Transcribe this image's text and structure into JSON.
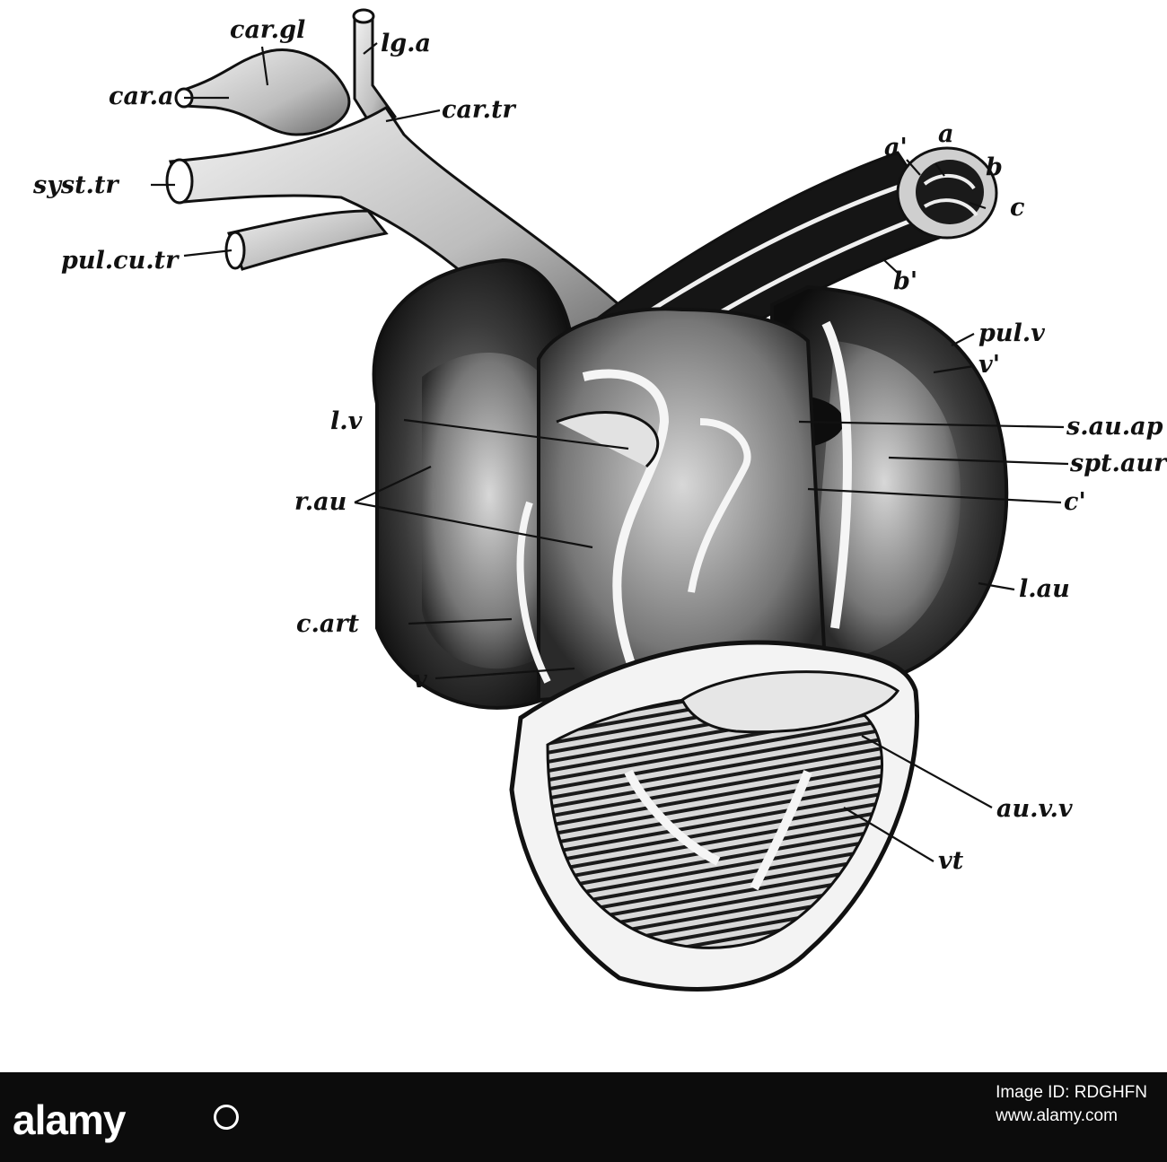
{
  "labels": {
    "car_gl": "car.gl",
    "lg_a": "lg.a",
    "car_a": "car.a",
    "car_tr": "car.tr",
    "syst_tr": "syst.tr",
    "pul_cu_tr": "pul.cu.tr",
    "a_prime": "a'",
    "a": "a",
    "b": "b",
    "c": "c",
    "b_prime": "b'",
    "pul_v": "pul.v",
    "v_prime": "v'",
    "s_au_ap": "s.au.ap",
    "spt_aur": "spt.aur",
    "c_prime": "c'",
    "l_au": "l.au",
    "l_v": "l.v",
    "r_au": "r.au",
    "c_art": "c.art",
    "v": "v",
    "au_v_v": "au.v.v",
    "vt": "vt"
  },
  "footer": {
    "logo": "alamy",
    "image_id": "Image ID: RDGHFN",
    "site": "www.alamy.com"
  }
}
